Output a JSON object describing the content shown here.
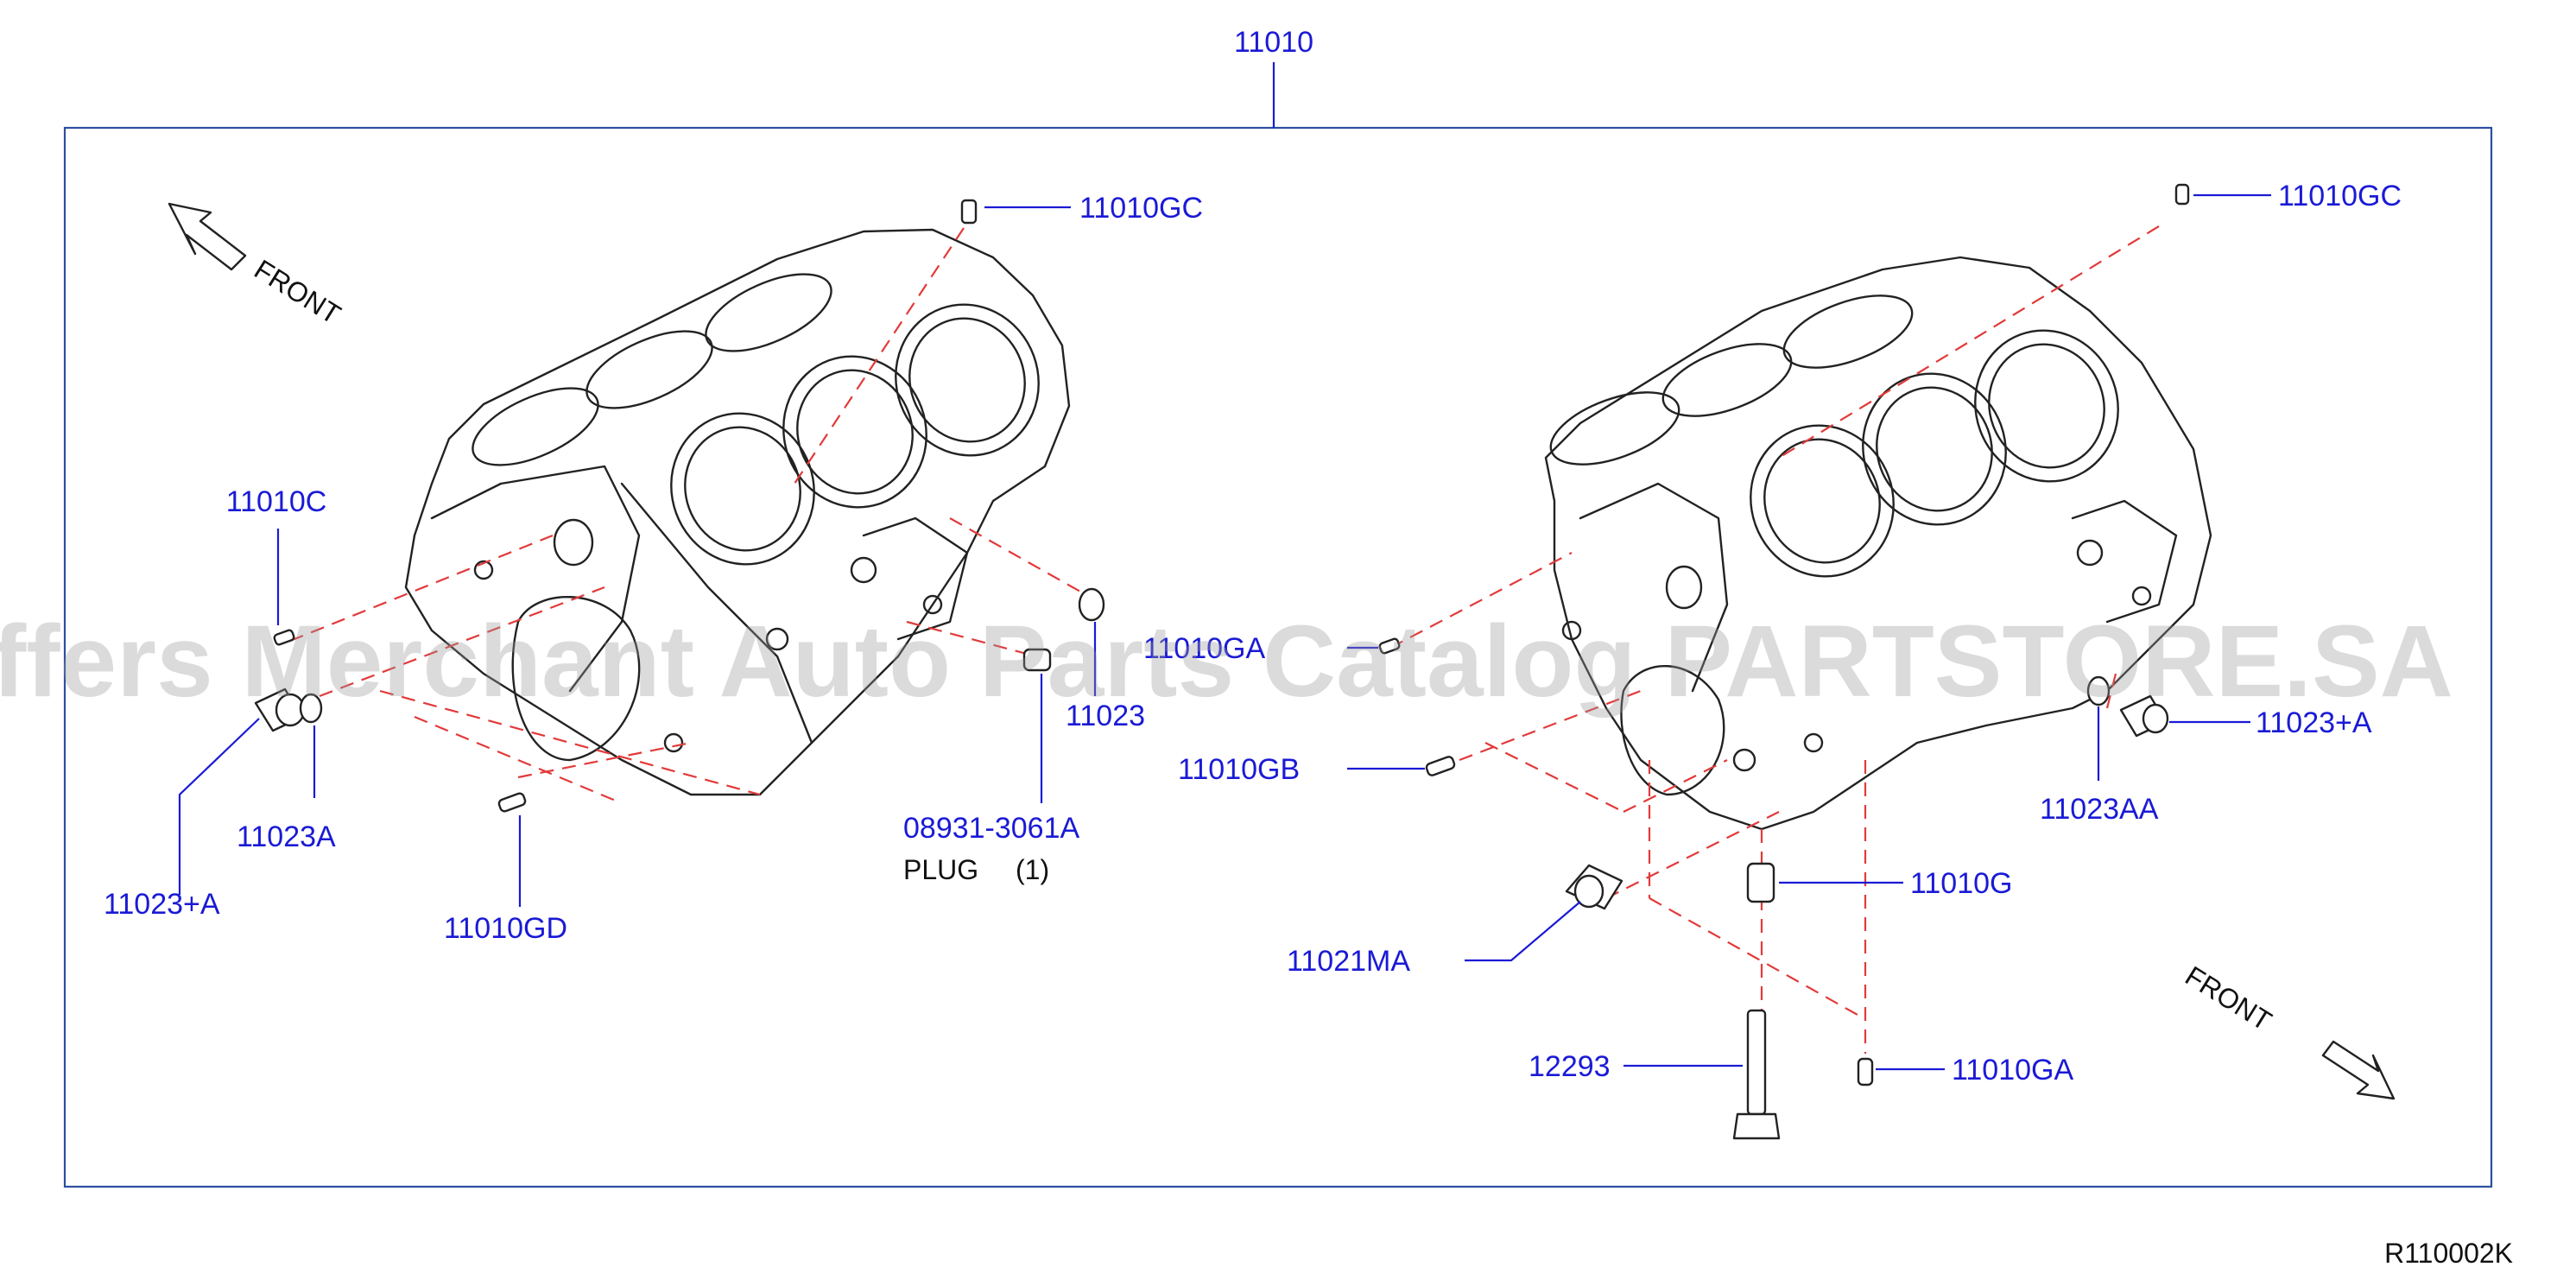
{
  "diagram": {
    "main_part_number": "11010",
    "reference_code": "R110002K",
    "watermark": "Offers Merchant Auto Parts Catalog PARTSTORE.SA",
    "direction_labels": {
      "left": "FRONT",
      "right": "FRONT"
    },
    "left_callouts": {
      "gc": "11010GC",
      "c": "11010C",
      "plus_a": "11023+A",
      "a": "11023A",
      "gd": "11010GD",
      "plug_part": "08931-3061A",
      "plug_name": "PLUG",
      "plug_qty": "(1)",
      "p11023": "11023"
    },
    "right_callouts": {
      "gc": "11010GC",
      "ga_partial": "11010GA",
      "gb": "11010GB",
      "plus_a": "11023+A",
      "aa": "11023AA",
      "g": "11010G",
      "ma": "11021MA",
      "p12293": "12293",
      "ga": "11010GA"
    },
    "colors": {
      "callout": "#1a1ad6",
      "leader": "#1a1ad6",
      "frame": "#2b4fa0",
      "dashed": "#e23a3a",
      "drawing": "#222222"
    }
  }
}
